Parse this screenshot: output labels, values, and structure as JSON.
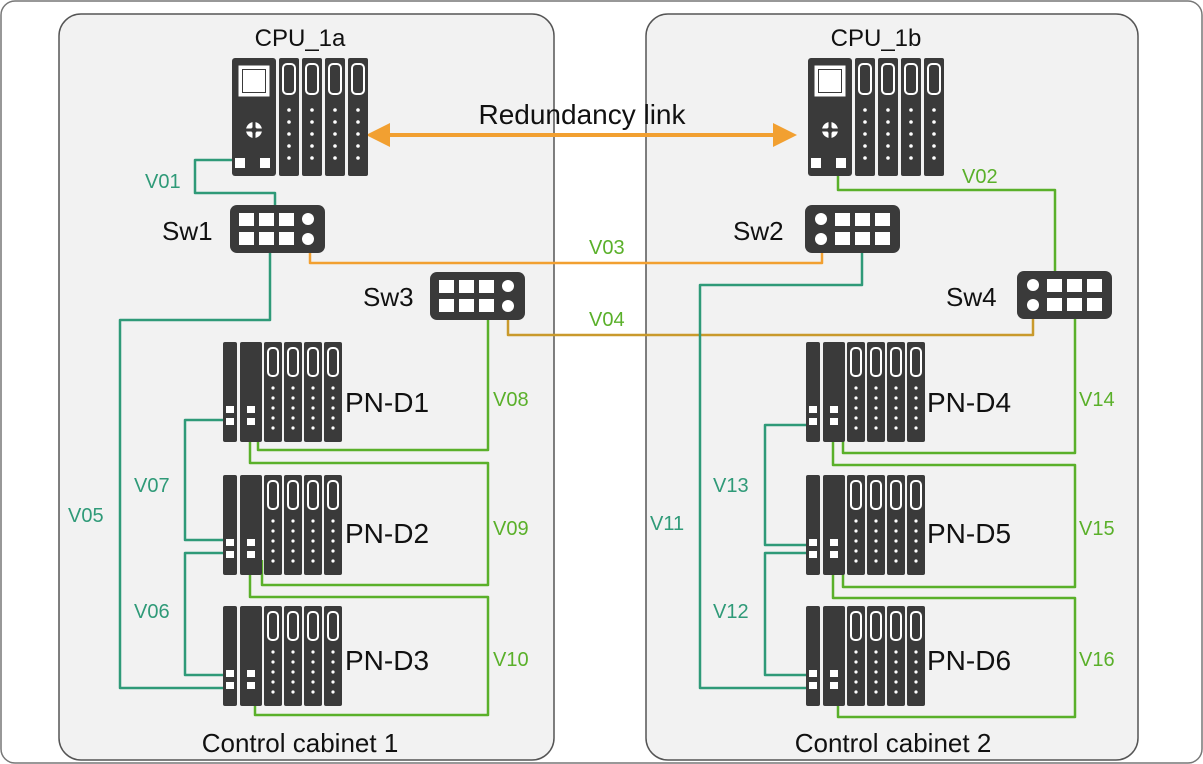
{
  "cabinets": [
    {
      "id": "cabinet-1",
      "label": "Control cabinet 1"
    },
    {
      "id": "cabinet-2",
      "label": "Control cabinet 2"
    }
  ],
  "cpus": [
    {
      "id": "cpu-1a",
      "label": "CPU_1a"
    },
    {
      "id": "cpu-1b",
      "label": "CPU_1b"
    }
  ],
  "redundancy_link": "Redundancy link",
  "switches": [
    {
      "id": "sw1",
      "label": "Sw1"
    },
    {
      "id": "sw2",
      "label": "Sw2"
    },
    {
      "id": "sw3",
      "label": "Sw3"
    },
    {
      "id": "sw4",
      "label": "Sw4"
    }
  ],
  "devices": [
    {
      "id": "pn-d1",
      "label": "PN-D1"
    },
    {
      "id": "pn-d2",
      "label": "PN-D2"
    },
    {
      "id": "pn-d3",
      "label": "PN-D3"
    },
    {
      "id": "pn-d4",
      "label": "PN-D4"
    },
    {
      "id": "pn-d5",
      "label": "PN-D5"
    },
    {
      "id": "pn-d6",
      "label": "PN-D6"
    }
  ],
  "connections": [
    {
      "id": "v01",
      "label": "V01"
    },
    {
      "id": "v02",
      "label": "V02"
    },
    {
      "id": "v03",
      "label": "V03"
    },
    {
      "id": "v04",
      "label": "V04"
    },
    {
      "id": "v05",
      "label": "V05"
    },
    {
      "id": "v06",
      "label": "V06"
    },
    {
      "id": "v07",
      "label": "V07"
    },
    {
      "id": "v08",
      "label": "V08"
    },
    {
      "id": "v09",
      "label": "V09"
    },
    {
      "id": "v10",
      "label": "V10"
    },
    {
      "id": "v11",
      "label": "V11"
    },
    {
      "id": "v12",
      "label": "V12"
    },
    {
      "id": "v13",
      "label": "V13"
    },
    {
      "id": "v14",
      "label": "V14"
    },
    {
      "id": "v15",
      "label": "V15"
    },
    {
      "id": "v16",
      "label": "V16"
    }
  ],
  "colors": {
    "teal_line": "#2f9a78",
    "green_line": "#5ab02a",
    "orange_line": "#f2a031",
    "gold_line": "#c99a2c",
    "device": "#3a3a3a",
    "cabinet_fill": "#f2f2f2",
    "cabinet_stroke": "#555555"
  }
}
